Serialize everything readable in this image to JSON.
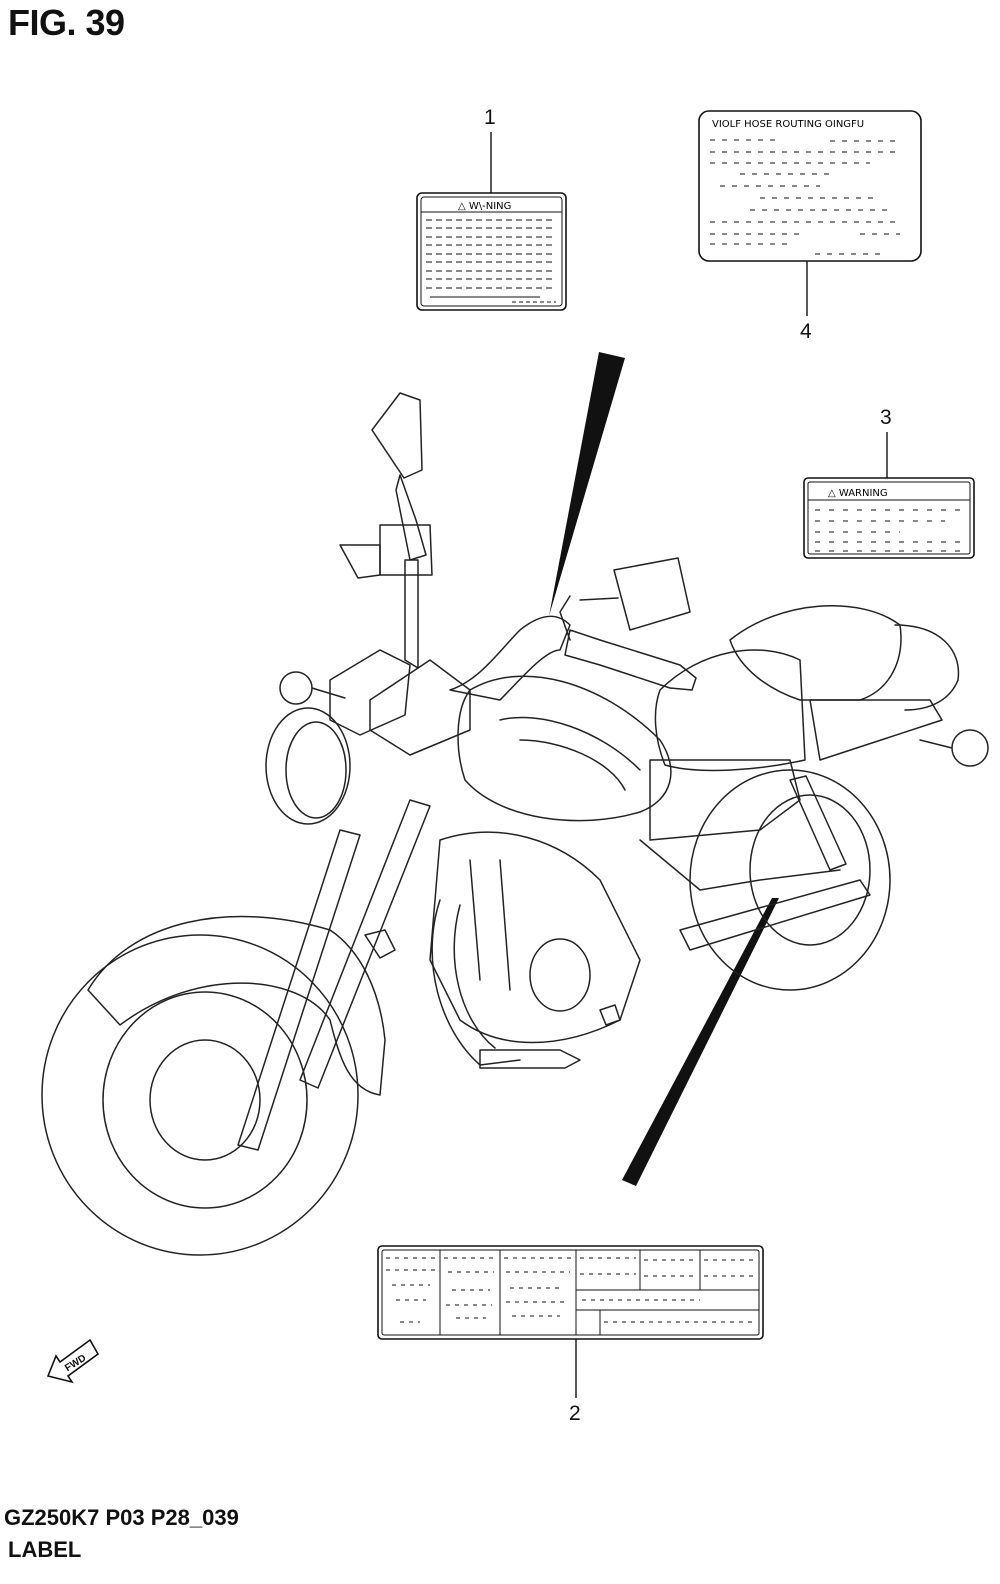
{
  "figure": {
    "title": "FIG. 39",
    "code": "GZ250K7 P03 P28_039",
    "name": "LABEL"
  },
  "callouts": [
    {
      "id": "1",
      "text": "1"
    },
    {
      "id": "2",
      "text": "2"
    },
    {
      "id": "3",
      "text": "3"
    },
    {
      "id": "4",
      "text": "4"
    }
  ],
  "labels": {
    "label1_heading": "△ W\\-NING",
    "label3_heading": "△ WARNING",
    "label4_heading": "VIOLF HOSE ROUTING OINGFU"
  },
  "fwd_arrow": "FWD"
}
